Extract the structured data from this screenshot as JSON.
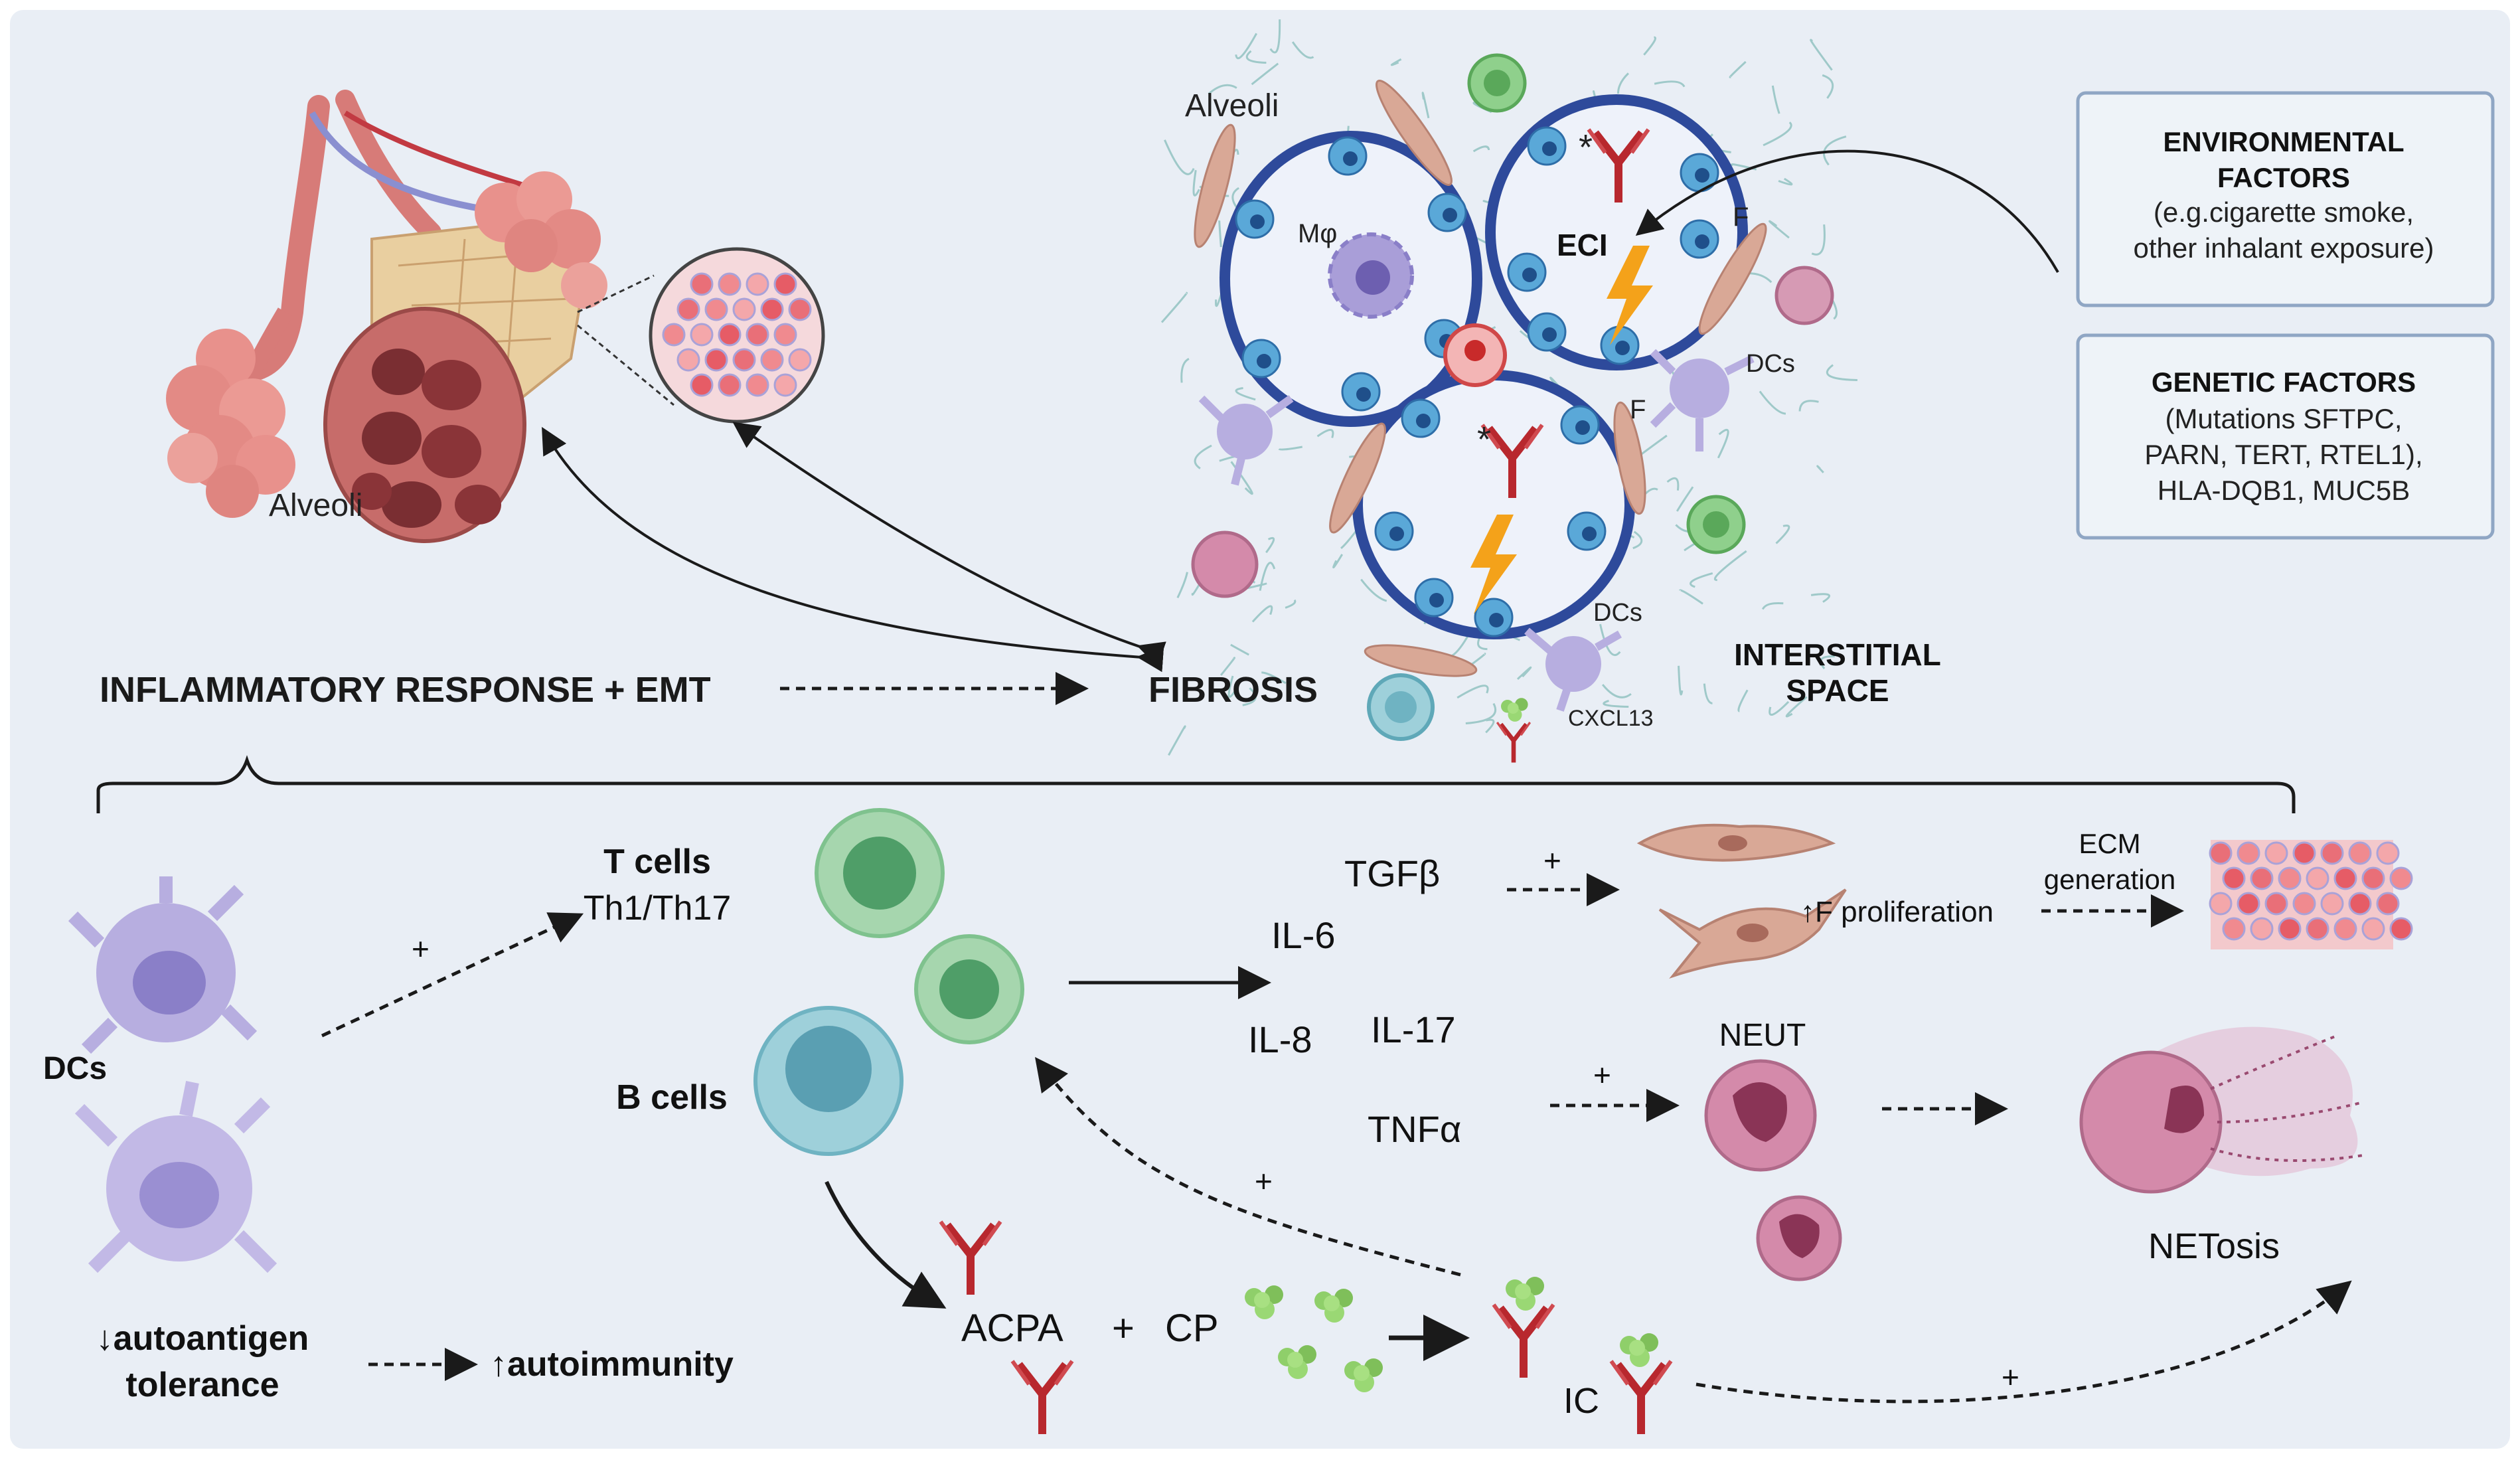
{
  "colors": {
    "panel_bg": "#e9eef5",
    "box_fill": "#eef3f8",
    "box_stroke": "#8fa6c4",
    "alveolus_wall": "#2e4a9b",
    "antibody": "#b8282e",
    "lightning": "#f4a21a",
    "dc": "#b7aee0",
    "tcell": "#7fc28e",
    "bcell": "#6fb3c2",
    "neut": "#c77a98",
    "fibroblast": "#d9a896",
    "antigen": "#8fcf6a"
  },
  "top": {
    "alveoli_left_label": "Alveoli",
    "alveoli_top_label": "Alveoli",
    "macrophage_label": "Mφ",
    "eci_label": "ECI",
    "asterisk": "*",
    "f_label": "F",
    "dcs_label": "DCs",
    "interstitial_label": "INTERSTITIAL\nSPACE",
    "cxcl13_label": "CXCL13",
    "inflammatory_label": "INFLAMMATORY RESPONSE + EMT",
    "fibrosis_label": "FIBROSIS"
  },
  "environmental": {
    "title": "ENVIRONMENTAL\nFACTORS",
    "body": "(e.g.cigarette smoke,\nother inhalant exposure)"
  },
  "genetic": {
    "title": "GENETIC FACTORS",
    "body": "(Mutations SFTPC,\nPARN, TERT, RTEL1),\nHLA-DQB1, MUC5B"
  },
  "bottom": {
    "dcs_label": "DCs",
    "plus": "+",
    "tcells_label": "T cells",
    "th_label": "Th1/Th17",
    "bcells_label": "B cells",
    "tgfb": "TGFβ",
    "il6": "IL-6",
    "il8": "IL-8",
    "il17": "IL-17",
    "tnfa": "TNFα",
    "f_prolif": "↑F proliferation",
    "ecm_label": "ECM\ngeneration",
    "neut_label": "NEUT",
    "netosis_label": "NETosis",
    "acpa": "ACPA",
    "cp": "CP",
    "ic": "IC",
    "autoantigen": "↓autoantigen\ntolerance",
    "autoimmunity": "↑autoimmunity"
  }
}
